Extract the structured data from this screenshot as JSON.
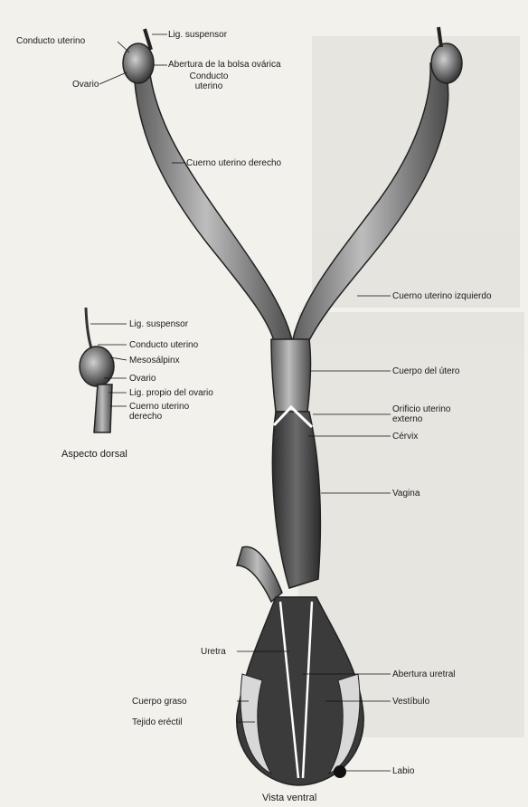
{
  "diagram": {
    "labels": {
      "conducto_uterino": "Conducto uterino",
      "lig_suspensor": "Lig. suspensor",
      "abertura_bolsa": "Abertura de la bolsa ovárica",
      "conducto_uterino_2": "Conducto uterino",
      "ovario": "Ovario",
      "cuerno_derecho": "Cuerno uterino derecho",
      "cuerno_izquierdo": "Cuerno uterino izquierdo",
      "cuerpo_utero": "Cuerpo del útero",
      "orificio_externo": "Orificio uterino externo",
      "cervix": "Cérvix",
      "vagina": "Vagina",
      "uretra": "Uretra",
      "abertura_uretral": "Abertura uretral",
      "cuerpo_graso": "Cuerpo graso",
      "vestibulo": "Vestíbulo",
      "tejido_erectil": "Tejido eréctil",
      "labio": "Labio"
    },
    "inset": {
      "lig_suspensor": "Lig. suspensor",
      "conducto_uterino": "Conducto uterino",
      "mesosalpinx": "Mesosálpinx",
      "ovario": "Ovario",
      "lig_propio": "Lig. propio del ovario",
      "cuerno_derecho": "Cuerno uterino derecho",
      "caption": "Aspecto dorsal"
    },
    "caption": "Vista ventral"
  }
}
